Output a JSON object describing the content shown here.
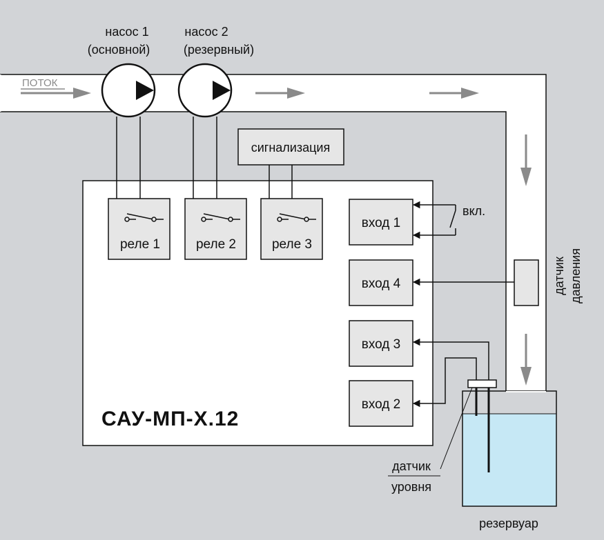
{
  "pumps": [
    {
      "name": "насос 1",
      "role": "(основной)"
    },
    {
      "name": "насос 2",
      "role": "(резервный)"
    }
  ],
  "flow_label": "ПОТОК",
  "alarm_label": "сигнализация",
  "relays": [
    "реле 1",
    "реле 2",
    "реле 3"
  ],
  "inputs": [
    "вход 1",
    "вход 4",
    "вход 3",
    "вход 2"
  ],
  "switch_label": "вкл.",
  "pressure_sensor": {
    "line1": "датчик",
    "line2": "давления"
  },
  "level_sensor": {
    "line1": "датчик",
    "line2": "уровня"
  },
  "reservoir_label": "резервуар",
  "device_label": "САУ-МП-Х.12",
  "colors": {
    "background": "#d2d4d7",
    "pipe": "#ffffff",
    "box_fill": "#e6e6e6",
    "arrow": "#8a8a8a",
    "water": "#c6e8f5",
    "line": "#111111"
  }
}
